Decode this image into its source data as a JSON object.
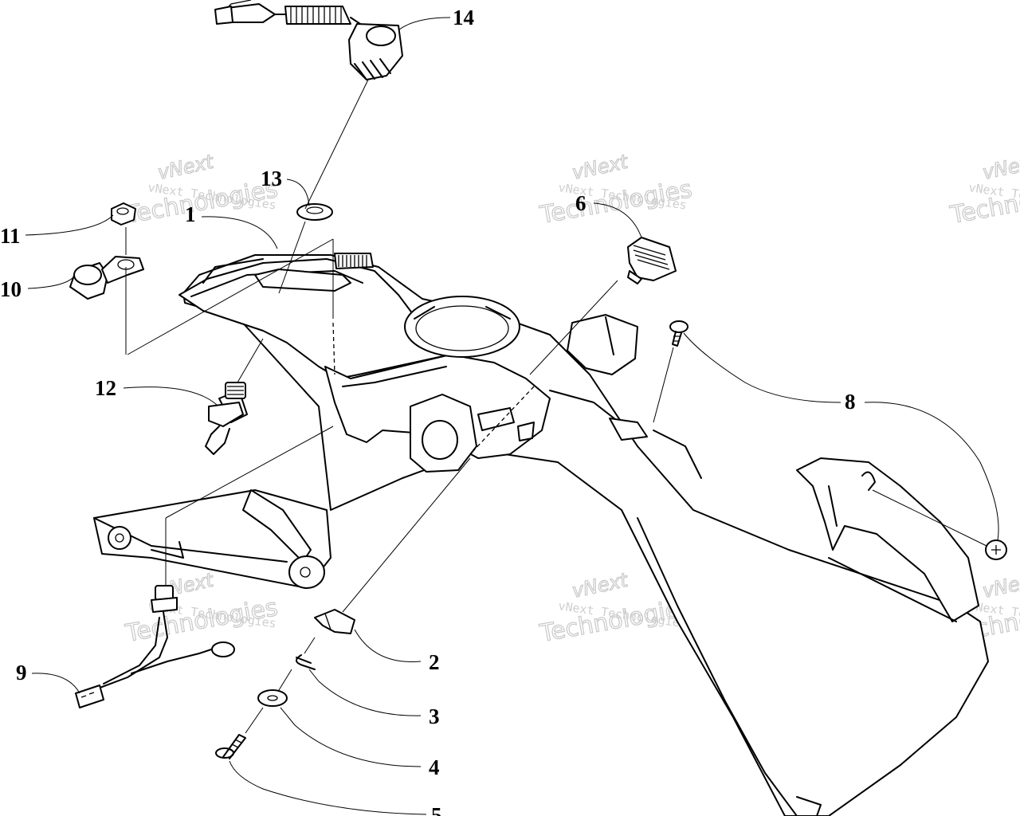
{
  "callouts": [
    {
      "id": "1",
      "label": "1"
    },
    {
      "id": "2",
      "label": "2"
    },
    {
      "id": "3",
      "label": "3"
    },
    {
      "id": "4",
      "label": "4"
    },
    {
      "id": "5",
      "label": "5"
    },
    {
      "id": "6",
      "label": "6"
    },
    {
      "id": "8",
      "label": "8"
    },
    {
      "id": "9",
      "label": "9"
    },
    {
      "id": "10",
      "label": "10"
    },
    {
      "id": "11",
      "label": "11"
    },
    {
      "id": "12",
      "label": "12"
    },
    {
      "id": "13",
      "label": "13"
    },
    {
      "id": "14",
      "label": "14"
    }
  ],
  "watermark": {
    "line1": "vNext Technologies",
    "line2": "Technologies",
    "line3": "vNext"
  }
}
